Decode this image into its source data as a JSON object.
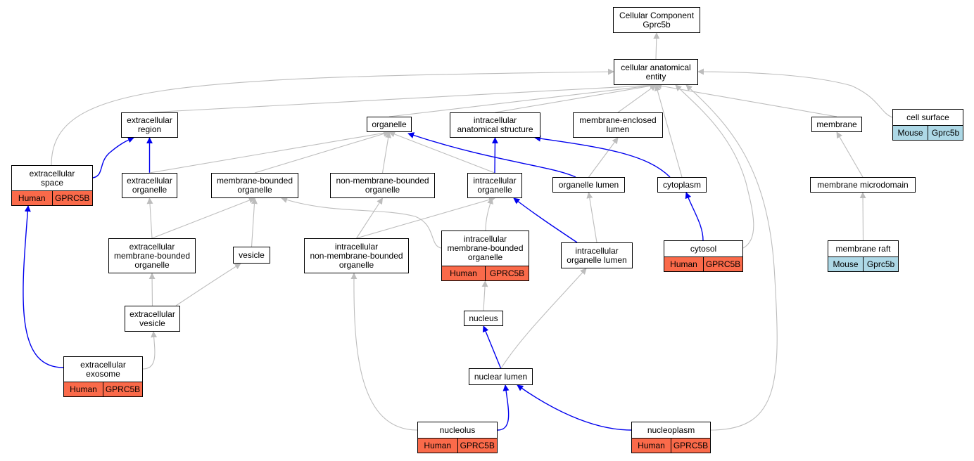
{
  "colors": {
    "is_a_edge": "#bdbdbd",
    "part_of_edge": "#0000ee",
    "human_annotation": "#fa6a4a",
    "mouse_annotation": "#add8e6",
    "node_border": "#000000"
  },
  "nodes": [
    {
      "id": "cc_root",
      "lines": [
        "Cellular Component",
        "Gprc5b"
      ]
    },
    {
      "id": "cae",
      "lines": [
        "cellular anatomical",
        "entity"
      ]
    },
    {
      "id": "ext_region",
      "lines": [
        "extracellular",
        "region"
      ]
    },
    {
      "id": "organelle",
      "lines": [
        "organelle"
      ]
    },
    {
      "id": "ias",
      "lines": [
        "intracellular",
        "anatomical structure"
      ]
    },
    {
      "id": "mel",
      "lines": [
        "membrane-enclosed",
        "lumen"
      ]
    },
    {
      "id": "membrane",
      "lines": [
        "membrane"
      ]
    },
    {
      "id": "cell_surface",
      "lines": [
        "cell surface"
      ],
      "annotation": {
        "species": "Mouse",
        "gene": "Gprc5b"
      }
    },
    {
      "id": "ext_space",
      "lines": [
        "extracellular",
        "space"
      ],
      "annotation": {
        "species": "Human",
        "gene": "GPRC5B"
      }
    },
    {
      "id": "ext_organelle",
      "lines": [
        "extracellular",
        "organelle"
      ]
    },
    {
      "id": "mbo",
      "lines": [
        "membrane-bounded",
        "organelle"
      ]
    },
    {
      "id": "nmbo",
      "lines": [
        "non-membrane-bounded",
        "organelle"
      ]
    },
    {
      "id": "ic_organelle",
      "lines": [
        "intracellular",
        "organelle"
      ]
    },
    {
      "id": "org_lumen",
      "lines": [
        "organelle lumen"
      ]
    },
    {
      "id": "cytoplasm",
      "lines": [
        "cytoplasm"
      ]
    },
    {
      "id": "mem_microdomain",
      "lines": [
        "membrane microdomain"
      ]
    },
    {
      "id": "ext_mbo",
      "lines": [
        "extracellular",
        "membrane-bounded",
        "organelle"
      ]
    },
    {
      "id": "vesicle",
      "lines": [
        "vesicle"
      ]
    },
    {
      "id": "ic_nmbo",
      "lines": [
        "intracellular",
        "non-membrane-bounded",
        "organelle"
      ]
    },
    {
      "id": "ic_mbo",
      "lines": [
        "intracellular",
        "membrane-bounded",
        "organelle"
      ],
      "annotation": {
        "species": "Human",
        "gene": "GPRC5B"
      }
    },
    {
      "id": "ic_org_lumen",
      "lines": [
        "intracellular",
        "organelle lumen"
      ]
    },
    {
      "id": "cytosol",
      "lines": [
        "cytosol"
      ],
      "annotation": {
        "species": "Human",
        "gene": "GPRC5B"
      }
    },
    {
      "id": "mem_raft",
      "lines": [
        "membrane raft"
      ],
      "annotation": {
        "species": "Mouse",
        "gene": "Gprc5b"
      }
    },
    {
      "id": "ext_vesicle",
      "lines": [
        "extracellular",
        "vesicle"
      ]
    },
    {
      "id": "nucleus",
      "lines": [
        "nucleus"
      ]
    },
    {
      "id": "ext_exosome",
      "lines": [
        "extracellular",
        "exosome"
      ],
      "annotation": {
        "species": "Human",
        "gene": "GPRC5B"
      }
    },
    {
      "id": "nuc_lumen",
      "lines": [
        "nuclear lumen"
      ]
    },
    {
      "id": "nucleolus",
      "lines": [
        "nucleolus"
      ],
      "annotation": {
        "species": "Human",
        "gene": "GPRC5B"
      }
    },
    {
      "id": "nucleoplasm",
      "lines": [
        "nucleoplasm"
      ],
      "annotation": {
        "species": "Human",
        "gene": "GPRC5B"
      }
    }
  ],
  "edges": [
    {
      "from": "cae",
      "to": "cc_root",
      "type": "is_a"
    },
    {
      "from": "ext_region",
      "to": "cae",
      "type": "is_a"
    },
    {
      "from": "organelle",
      "to": "cae",
      "type": "is_a"
    },
    {
      "from": "ias",
      "to": "cae",
      "type": "is_a"
    },
    {
      "from": "mel",
      "to": "cae",
      "type": "is_a"
    },
    {
      "from": "membrane",
      "to": "cae",
      "type": "is_a"
    },
    {
      "from": "cell_surface",
      "to": "cae",
      "type": "is_a"
    },
    {
      "from": "ext_space",
      "to": "cae",
      "type": "is_a"
    },
    {
      "from": "cytoplasm",
      "to": "cae",
      "type": "is_a"
    },
    {
      "from": "cytosol",
      "to": "cae",
      "type": "is_a"
    },
    {
      "from": "nucleoplasm",
      "to": "cae",
      "type": "is_a"
    },
    {
      "from": "ext_space",
      "to": "ext_region",
      "type": "part_of"
    },
    {
      "from": "ext_organelle",
      "to": "ext_region",
      "type": "part_of"
    },
    {
      "from": "ext_organelle",
      "to": "organelle",
      "type": "is_a"
    },
    {
      "from": "mbo",
      "to": "organelle",
      "type": "is_a"
    },
    {
      "from": "nmbo",
      "to": "organelle",
      "type": "is_a"
    },
    {
      "from": "ic_organelle",
      "to": "organelle",
      "type": "is_a"
    },
    {
      "from": "ic_organelle",
      "to": "ias",
      "type": "part_of"
    },
    {
      "from": "org_lumen",
      "to": "organelle",
      "type": "part_of"
    },
    {
      "from": "org_lumen",
      "to": "mel",
      "type": "is_a"
    },
    {
      "from": "cytoplasm",
      "to": "ias",
      "type": "part_of"
    },
    {
      "from": "mem_microdomain",
      "to": "membrane",
      "type": "is_a"
    },
    {
      "from": "ext_mbo",
      "to": "ext_organelle",
      "type": "is_a"
    },
    {
      "from": "ext_mbo",
      "to": "mbo",
      "type": "is_a"
    },
    {
      "from": "vesicle",
      "to": "mbo",
      "type": "is_a"
    },
    {
      "from": "ic_nmbo",
      "to": "nmbo",
      "type": "is_a"
    },
    {
      "from": "ic_nmbo",
      "to": "ic_organelle",
      "type": "is_a"
    },
    {
      "from": "ic_mbo",
      "to": "mbo",
      "type": "is_a"
    },
    {
      "from": "ic_mbo",
      "to": "ic_organelle",
      "type": "is_a"
    },
    {
      "from": "ic_org_lumen",
      "to": "ic_organelle",
      "type": "part_of"
    },
    {
      "from": "ic_org_lumen",
      "to": "org_lumen",
      "type": "is_a"
    },
    {
      "from": "cytosol",
      "to": "cytoplasm",
      "type": "part_of"
    },
    {
      "from": "mem_raft",
      "to": "mem_microdomain",
      "type": "is_a"
    },
    {
      "from": "ext_vesicle",
      "to": "ext_mbo",
      "type": "is_a"
    },
    {
      "from": "ext_vesicle",
      "to": "vesicle",
      "type": "is_a"
    },
    {
      "from": "nucleus",
      "to": "ic_mbo",
      "type": "is_a"
    },
    {
      "from": "ext_exosome",
      "to": "ext_space",
      "type": "part_of"
    },
    {
      "from": "ext_exosome",
      "to": "ext_vesicle",
      "type": "is_a"
    },
    {
      "from": "nuc_lumen",
      "to": "nucleus",
      "type": "part_of"
    },
    {
      "from": "nuc_lumen",
      "to": "ic_org_lumen",
      "type": "is_a"
    },
    {
      "from": "nucleolus",
      "to": "ic_nmbo",
      "type": "is_a"
    },
    {
      "from": "nucleolus",
      "to": "nuc_lumen",
      "type": "part_of"
    },
    {
      "from": "nucleoplasm",
      "to": "nuc_lumen",
      "type": "part_of"
    }
  ]
}
